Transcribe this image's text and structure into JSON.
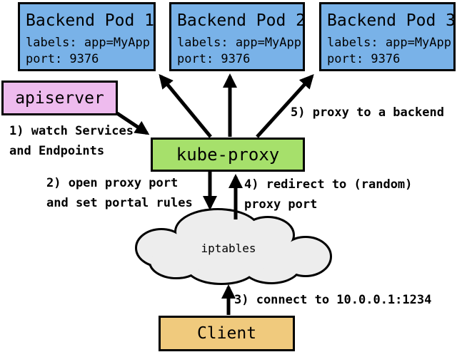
{
  "pods": [
    {
      "title": "Backend Pod 1",
      "labels": "labels: app=MyApp",
      "port": "port: 9376"
    },
    {
      "title": "Backend Pod 2",
      "labels": "labels: app=MyApp",
      "port": "port: 9376"
    },
    {
      "title": "Backend Pod 3",
      "labels": "labels: app=MyApp",
      "port": "port: 9376"
    }
  ],
  "apiserver": {
    "label": "apiserver"
  },
  "kube_proxy": {
    "label": "kube-proxy"
  },
  "cloud": {
    "label": "iptables"
  },
  "client": {
    "label": "Client"
  },
  "steps": {
    "step1": "1) watch Services\nand Endpoints",
    "step2": "2) open proxy port\nand set portal rules",
    "step3": "3) connect to 10.0.0.1:1234",
    "step4": "4) redirect to (random)\nproxy port",
    "step5": "5) proxy to a backend"
  },
  "colors": {
    "background": "#ffffff",
    "border": "#000000",
    "pod_fill": "#79b2e8",
    "apiserver_fill": "#eebbee",
    "kube_proxy_fill": "#a6e06b",
    "cloud_fill": "#ededed",
    "client_fill": "#f0ca7d",
    "arrow": "#000000"
  }
}
